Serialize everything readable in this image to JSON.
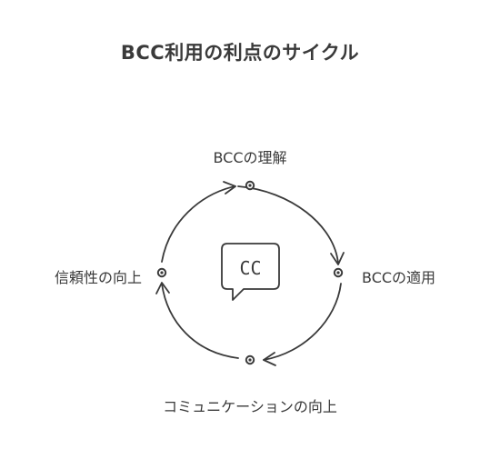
{
  "title": "BCC利用の利点のサイクル",
  "center_icon": {
    "name": "closed-captions-icon",
    "text": "CC"
  },
  "nodes": [
    {
      "label": "BCCの理解"
    },
    {
      "label": "BCCの適用"
    },
    {
      "label": "コミュニケーションの向上"
    },
    {
      "label": "信頼性の向上"
    }
  ],
  "colors": {
    "stroke": "#3a3a3a",
    "text": "#3a3a3a",
    "background": "#ffffff"
  }
}
